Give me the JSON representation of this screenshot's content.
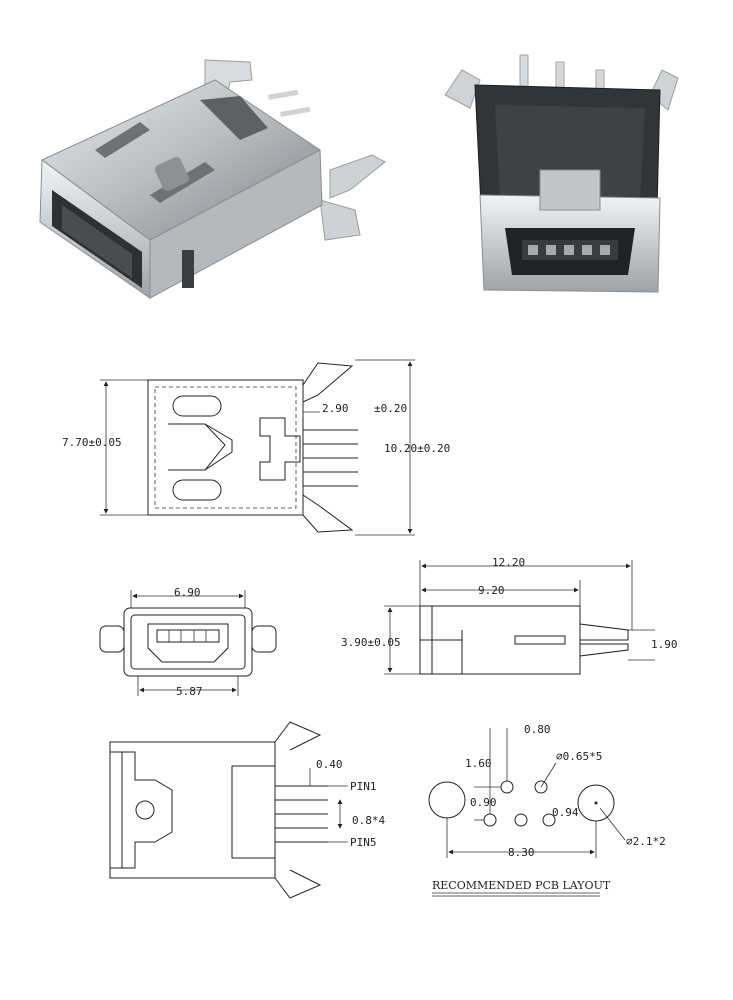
{
  "photos": {
    "left": "connector-photo-front",
    "right": "connector-photo-rear"
  },
  "top_view": {
    "width": "7.70±0.05",
    "tab": "2.90",
    "tab_tol": "±0.20",
    "length": "10.20±0.20"
  },
  "front_view": {
    "outer": "6.90",
    "inner": "5.87"
  },
  "side_view": {
    "overall": "12.20",
    "body": "9.20",
    "height": "3.90±0.05",
    "pin_gap": "1.90"
  },
  "pin_view": {
    "width": "0.40",
    "pin1": "PIN1",
    "pitch": "0.8*4",
    "pin5": "PIN5"
  },
  "pcb_layout": {
    "d1": "0.80",
    "d2": "1.60",
    "hole_small": "⌀0.65*5",
    "d3": "0.90",
    "d4": "0.94",
    "d5": "8.30",
    "hole_large": "⌀2.1*2",
    "title": "RECOMMENDED PCB LAYOUT"
  },
  "colors": {
    "metal": "#c9cbcd",
    "metal_dark": "#8a8d90",
    "plastic": "#2b2b2d",
    "line": "#222222"
  }
}
